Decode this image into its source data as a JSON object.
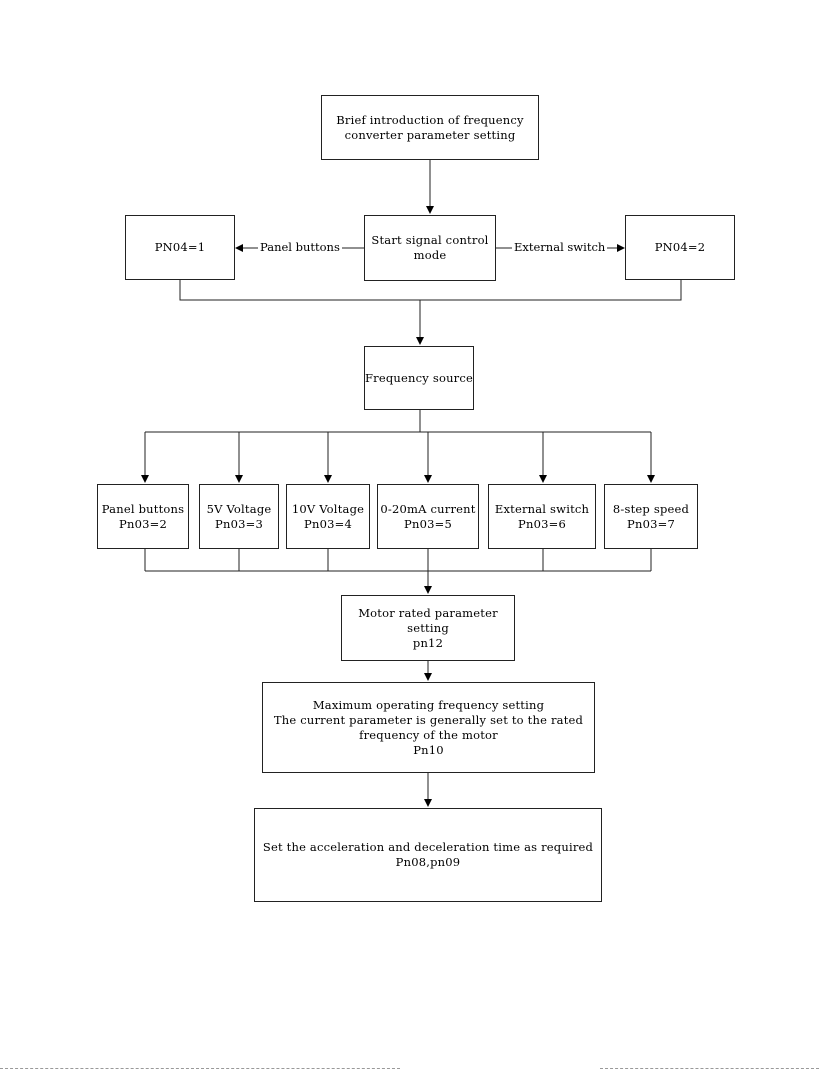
{
  "nodes": {
    "intro": [
      "Brief introduction of frequency",
      "converter parameter setting"
    ],
    "start_signal": [
      "Start signal control",
      "mode"
    ],
    "pn04_1": [
      "PN04=1"
    ],
    "pn04_2": [
      "PN04=2"
    ],
    "freq_source": [
      "Frequency source"
    ],
    "src_panel": [
      "Panel buttons",
      "Pn03=2"
    ],
    "src_5v": [
      "5V Voltage",
      "Pn03=3"
    ],
    "src_10v": [
      "10V Voltage",
      "Pn03=4"
    ],
    "src_020ma": [
      "0-20mA current",
      "Pn03=5"
    ],
    "src_ext": [
      "External switch",
      "Pn03=6"
    ],
    "src_8step": [
      "8-step speed",
      "Pn03=7"
    ],
    "motor_rated": [
      "Motor rated parameter",
      "setting",
      "pn12"
    ],
    "max_freq": [
      "Maximum operating frequency setting",
      "The current parameter is generally set to the rated",
      "frequency of the motor",
      "Pn10"
    ],
    "accel": [
      "Set the acceleration and deceleration time as required",
      "Pn08,pn09"
    ]
  },
  "edge_labels": {
    "panel_buttons": "Panel buttons",
    "external_switch": "External switch"
  }
}
